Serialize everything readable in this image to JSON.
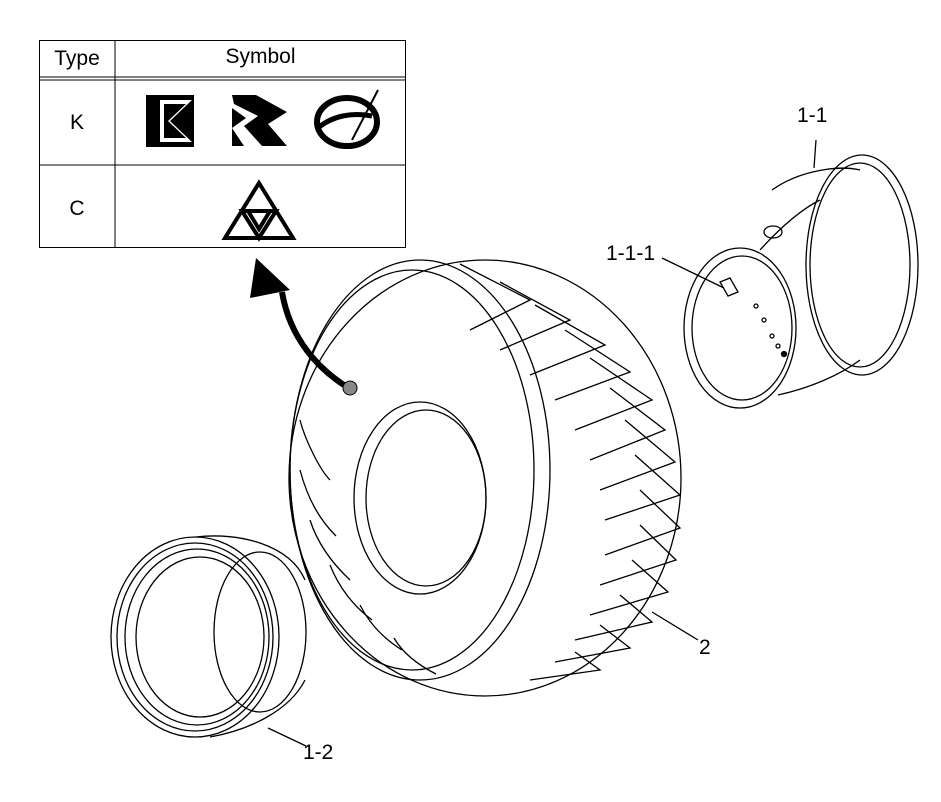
{
  "table": {
    "header_type": "Type",
    "header_symbol": "Symbol",
    "rows": [
      {
        "type": "K",
        "symbols": [
          "k-logo-1-icon",
          "k-logo-2-icon",
          "k-logo-3-icon"
        ]
      },
      {
        "type": "C",
        "symbols": [
          "triforce-triangle-icon"
        ]
      }
    ]
  },
  "callouts": {
    "rim_outer": "1-1",
    "valve": "1-1-1",
    "tire": "2",
    "rim_inner": "1-2"
  },
  "colors": {
    "line": "#000000",
    "background": "#ffffff"
  }
}
